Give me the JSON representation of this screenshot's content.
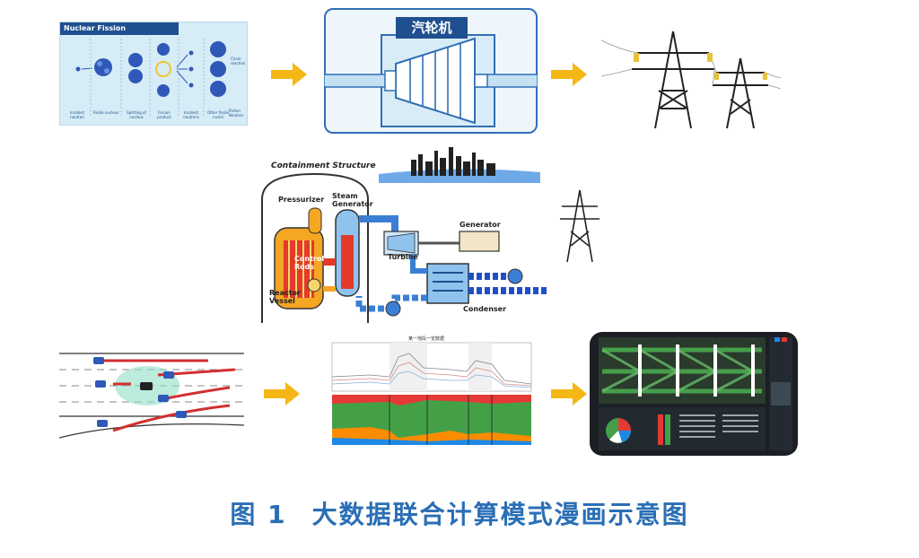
{
  "fission": {
    "title": "Nuclear Fission",
    "stages": [
      "Incident neutron",
      "Fissile nucleus",
      "Splitting of nucleus",
      "Fission product",
      "Incident neutrons",
      "Other fissile nuclei"
    ],
    "side_label": "Chain reaction",
    "legend": [
      "Proton",
      "Neutron"
    ]
  },
  "turbine": {
    "label": "汽轮机"
  },
  "plant": {
    "containment": "Containment Structure",
    "pressurizer": "Pressurizer",
    "steam_generator": "Steam Generator",
    "control_rods": "Control Rods",
    "reactor_vessel": "Reactor Vessel",
    "generator": "Generator",
    "turbine": "Turbine",
    "condenser": "Condenser"
  },
  "charts": {
    "title": "某一地段一览数据"
  },
  "caption": {
    "figure": "图 1",
    "title": "大数据联合计算模式漫画示意图"
  },
  "colors": {
    "arrow": "#f5b716",
    "caption": "#2a6fb5",
    "pipe_blue": "#3a7fd5",
    "pipe_red": "#e33a2a"
  }
}
